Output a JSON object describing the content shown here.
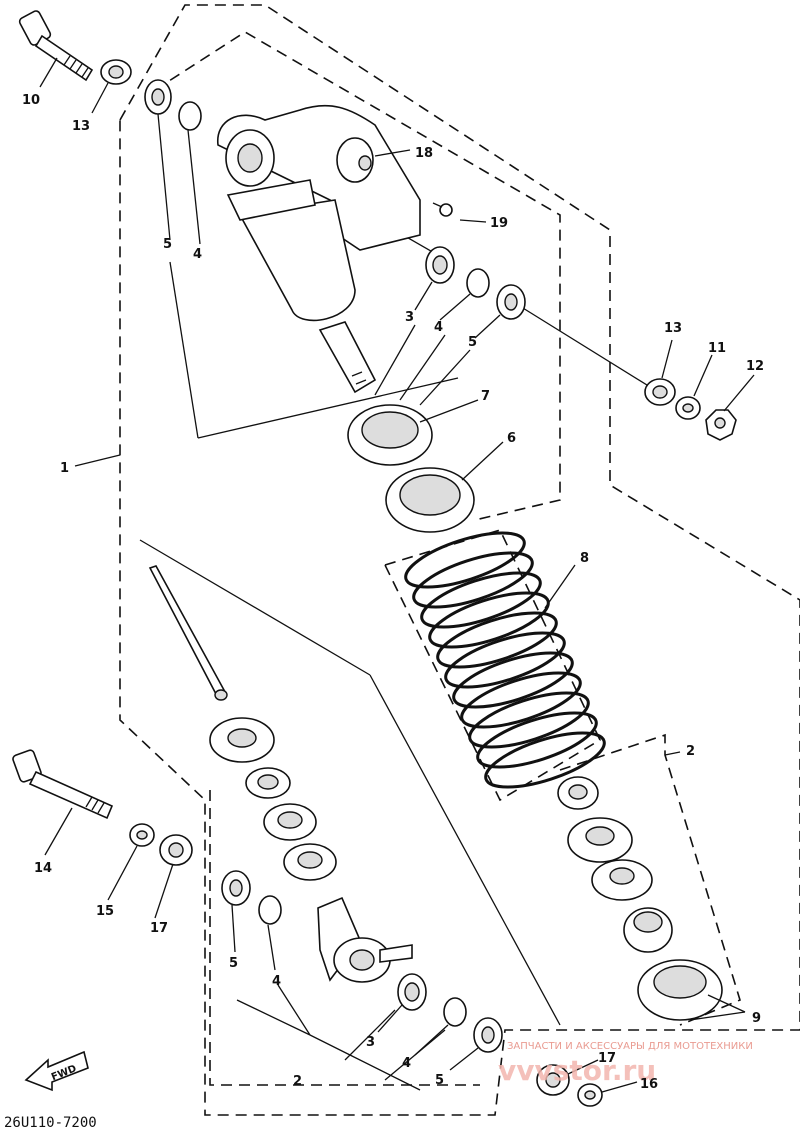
{
  "diagram": {
    "code": "26U110-7200",
    "fwd_label": "FWD",
    "watermark": {
      "tagline": "ЗАПЧАСТИ И АКСЕССУАРЫ ДЛЯ МОТОТЕХНИКИ",
      "brand": "vvvstor.ru"
    },
    "callouts": {
      "c10": "10",
      "c13a": "13",
      "c5a": "5",
      "c4a": "4",
      "c18": "18",
      "c19": "19",
      "c3a": "3",
      "c4b": "4",
      "c5b": "5",
      "c13b": "13",
      "c11": "11",
      "c12": "12",
      "c7": "7",
      "c6": "6",
      "c1": "1",
      "c8": "8",
      "c2a": "2",
      "c14": "14",
      "c15": "15",
      "c17a": "17",
      "c5c": "5",
      "c4c": "4",
      "c3b": "3",
      "c4d": "4",
      "c5d": "5",
      "c2b": "2",
      "c9": "9",
      "c17b": "17",
      "c16": "16"
    }
  }
}
